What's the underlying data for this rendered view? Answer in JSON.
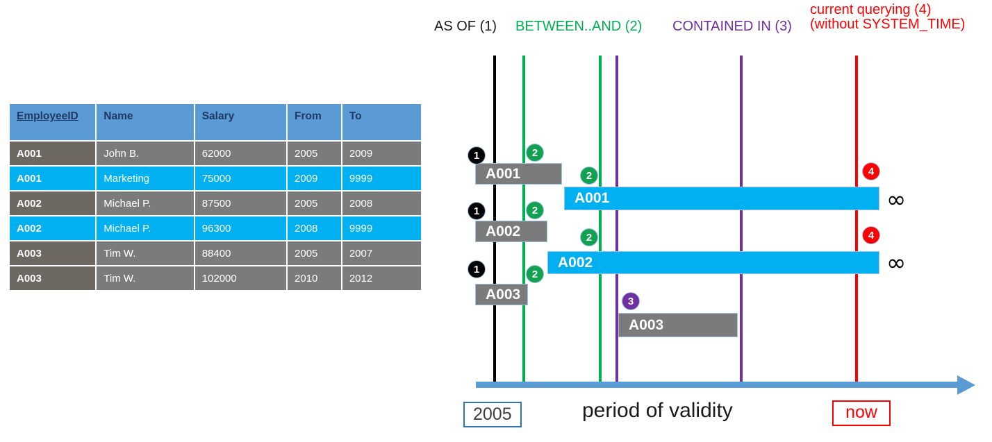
{
  "table": {
    "columns": [
      "EmployeeID",
      "Name",
      "Salary",
      "From",
      "To"
    ],
    "rows": [
      {
        "id": "A001",
        "name": "John  B.",
        "salary": "62000",
        "from": "2005",
        "to": "2009",
        "style": "gray"
      },
      {
        "id": "A001",
        "name": "Marketing",
        "salary": "75000",
        "from": "2009",
        "to": "9999",
        "style": "cyan"
      },
      {
        "id": "A002",
        "name": "Michael P.",
        "salary": "87500",
        "from": "2005",
        "to": "2008",
        "style": "gray"
      },
      {
        "id": "A002",
        "name": "Michael P.",
        "salary": "96300",
        "from": "2008",
        "to": "9999",
        "style": "cyan"
      },
      {
        "id": "A003",
        "name": "Tim W.",
        "salary": "88400",
        "from": "2005",
        "to": "2007",
        "style": "gray"
      },
      {
        "id": "A003",
        "name": "Tim W.",
        "salary": "102000",
        "from": "2010",
        "to": "2012",
        "style": "gray"
      }
    ]
  },
  "legend": {
    "as_of": "AS OF (1)",
    "between_and": "BETWEEN..AND (2)",
    "contained_in": "CONTAINED IN (3)",
    "current_line1": "current querying (4)",
    "current_line2": "(without SYSTEM_TIME)"
  },
  "colors": {
    "as_of": "#000000",
    "between_and": "#00B050",
    "contained_in": "#7030A0",
    "current": "#FF0000",
    "bar_gray": "#7B7B7B",
    "bar_cyan": "#00B0F0",
    "header_blue": "#5B9BD5",
    "axis_blue": "#5B9BD5"
  },
  "bars": [
    {
      "label": "A001",
      "style": "gray"
    },
    {
      "label": "A001",
      "style": "cyan"
    },
    {
      "label": "A002",
      "style": "gray"
    },
    {
      "label": "A002",
      "style": "cyan"
    },
    {
      "label": "A003",
      "style": "gray"
    },
    {
      "label": "A003",
      "style": "gray"
    }
  ],
  "badges": [
    {
      "n": "1"
    },
    {
      "n": "2"
    },
    {
      "n": "2"
    },
    {
      "n": "1"
    },
    {
      "n": "2"
    },
    {
      "n": "2"
    },
    {
      "n": "1"
    },
    {
      "n": "2"
    },
    {
      "n": "3"
    },
    {
      "n": "4"
    },
    {
      "n": "4"
    }
  ],
  "infinity": {
    "symbol": "∞"
  },
  "axis": {
    "start_label": "2005",
    "title": "period of validity",
    "end_label": "now"
  }
}
